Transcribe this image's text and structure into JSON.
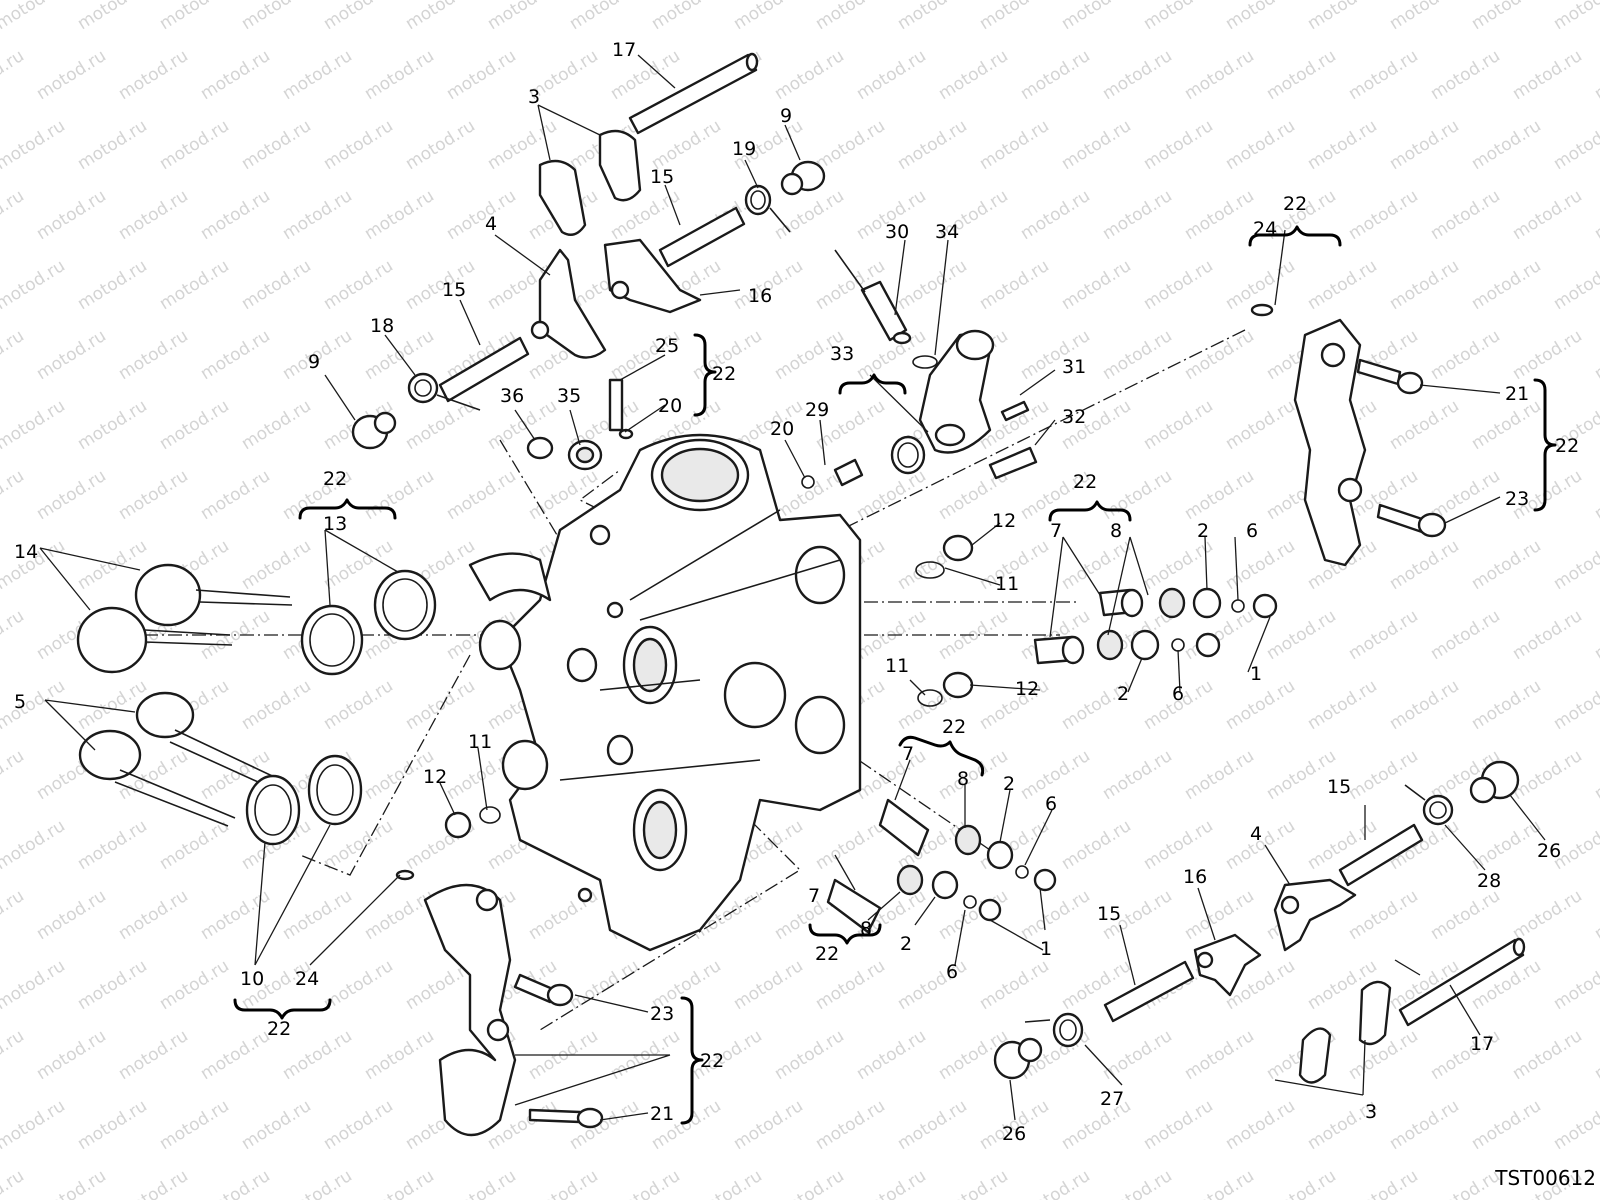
{
  "watermark": "motod.ru",
  "reference_code": "TST00612",
  "callouts": [
    {
      "id": "17",
      "label": "17"
    },
    {
      "id": "3",
      "label": "3"
    },
    {
      "id": "9",
      "label": "9"
    },
    {
      "id": "19",
      "label": "19"
    },
    {
      "id": "15",
      "label": "15"
    },
    {
      "id": "16",
      "label": "16"
    },
    {
      "id": "4",
      "label": "4"
    },
    {
      "id": "18",
      "label": "18"
    },
    {
      "id": "25",
      "label": "25"
    },
    {
      "id": "20",
      "label": "20"
    },
    {
      "id": "22",
      "label": "22"
    },
    {
      "id": "36",
      "label": "36"
    },
    {
      "id": "35",
      "label": "35"
    },
    {
      "id": "30",
      "label": "30"
    },
    {
      "id": "34",
      "label": "34"
    },
    {
      "id": "33",
      "label": "33"
    },
    {
      "id": "31",
      "label": "31"
    },
    {
      "id": "32",
      "label": "32"
    },
    {
      "id": "29",
      "label": "29"
    },
    {
      "id": "24",
      "label": "24"
    },
    {
      "id": "21",
      "label": "21"
    },
    {
      "id": "23",
      "label": "23"
    },
    {
      "id": "14",
      "label": "14"
    },
    {
      "id": "13",
      "label": "13"
    },
    {
      "id": "12",
      "label": "12"
    },
    {
      "id": "11",
      "label": "11"
    },
    {
      "id": "7",
      "label": "7"
    },
    {
      "id": "8",
      "label": "8"
    },
    {
      "id": "2",
      "label": "2"
    },
    {
      "id": "6",
      "label": "6"
    },
    {
      "id": "1",
      "label": "1"
    },
    {
      "id": "5",
      "label": "5"
    },
    {
      "id": "10",
      "label": "10"
    },
    {
      "id": "26",
      "label": "26"
    },
    {
      "id": "28",
      "label": "28"
    },
    {
      "id": "27",
      "label": "27"
    }
  ]
}
